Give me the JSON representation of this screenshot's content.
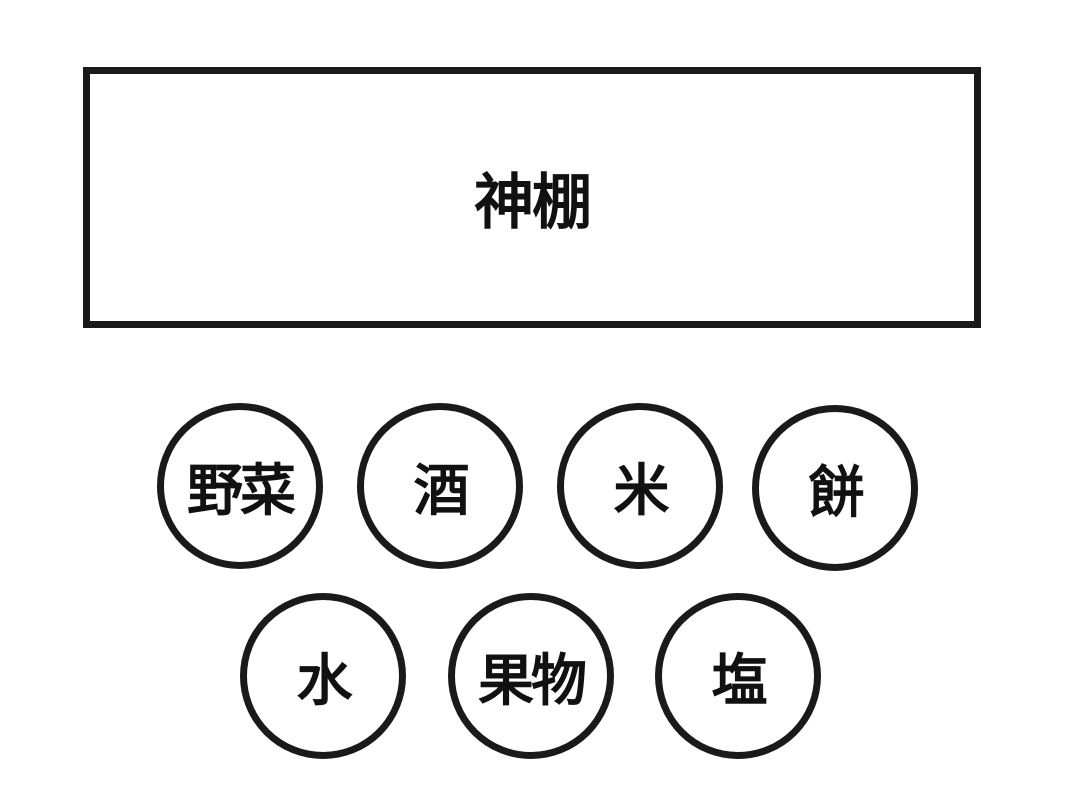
{
  "shrine": {
    "label": "神棚"
  },
  "offerings": [
    {
      "label": "野菜"
    },
    {
      "label": "酒"
    },
    {
      "label": "米"
    },
    {
      "label": "餅"
    },
    {
      "label": "水"
    },
    {
      "label": "果物"
    },
    {
      "label": "塩"
    }
  ]
}
